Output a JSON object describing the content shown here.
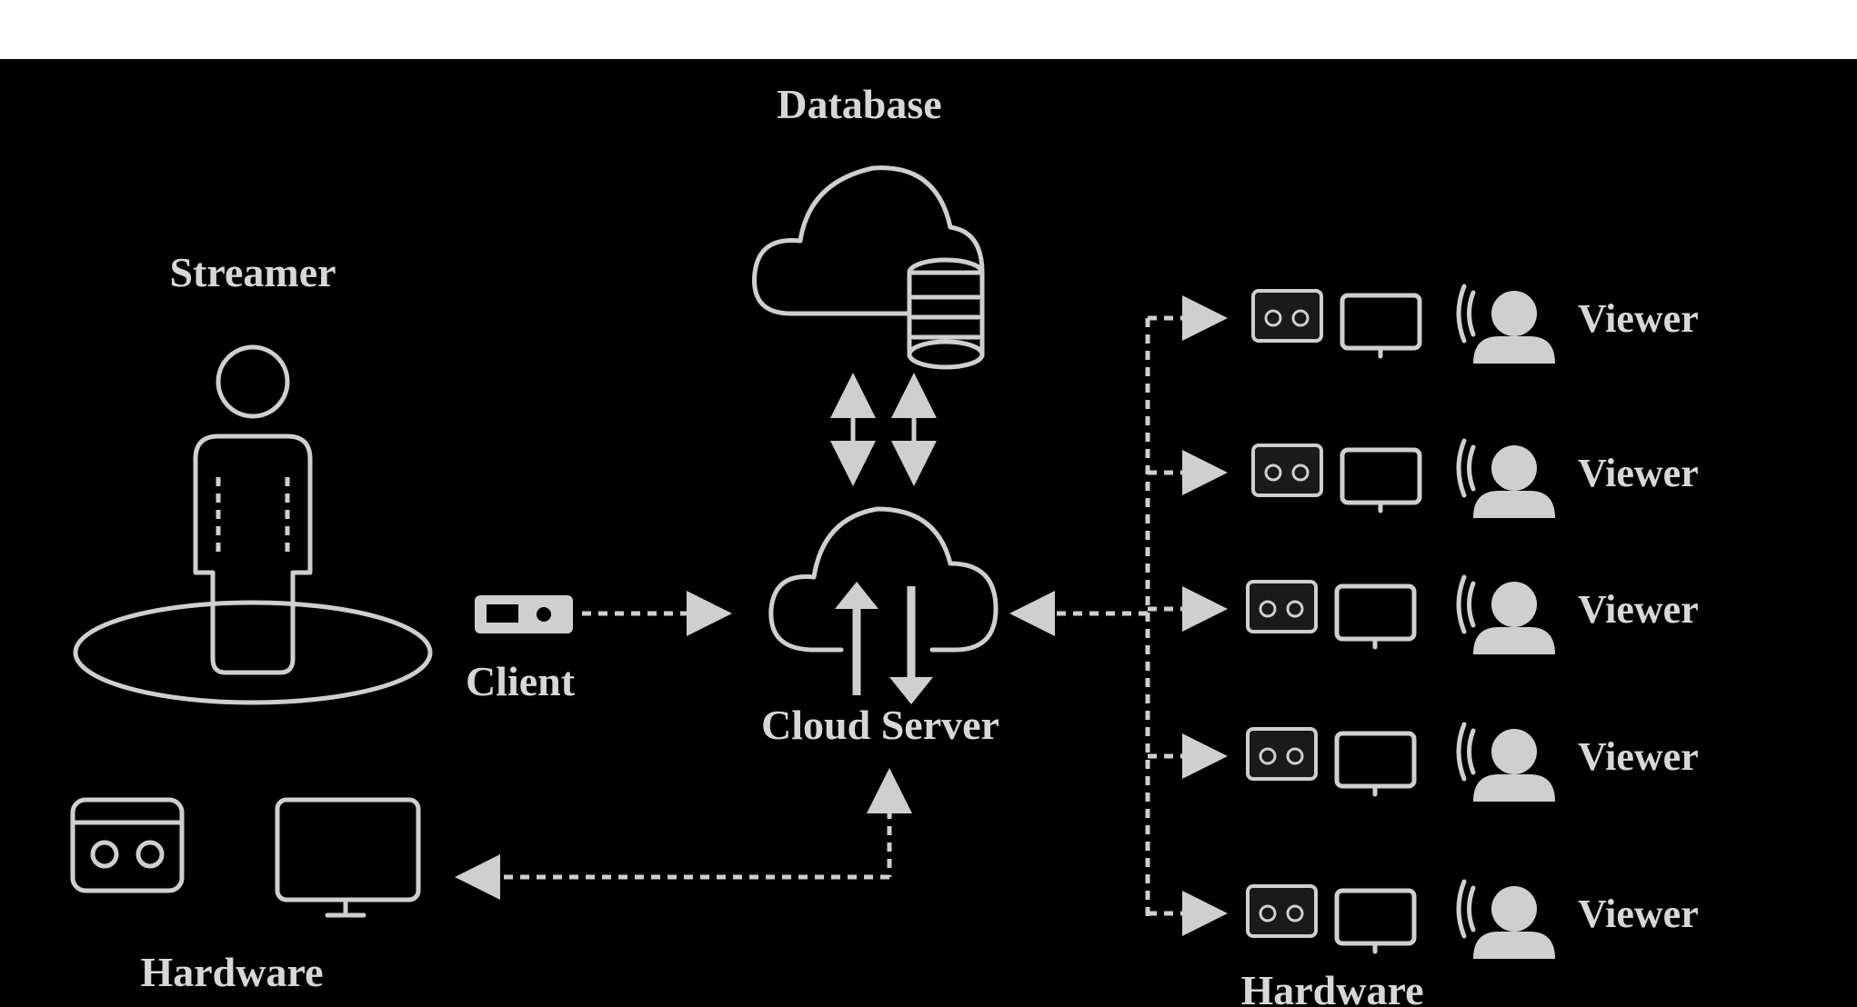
{
  "labels": {
    "database": "Database",
    "streamer": "Streamer",
    "client": "Client",
    "cloud_server": "Cloud Server",
    "hardware_left": "Hardware",
    "hardware_right": "Hardware",
    "viewers": [
      "Viewer",
      "Viewer",
      "Viewer",
      "Viewer",
      "Viewer"
    ]
  },
  "icons": {
    "database": "cloud-database-icon",
    "streamer": "person-icon",
    "client": "client-device-icon",
    "cloud_server": "cloud-upload-download-icon",
    "vr_headset": "vr-headset-icon",
    "monitor": "monitor-icon",
    "viewer": "viewer-avatar-icon"
  },
  "colors": {
    "background": "#000000",
    "foreground": "#cfcfcf",
    "top_strip": "#ffffff"
  }
}
